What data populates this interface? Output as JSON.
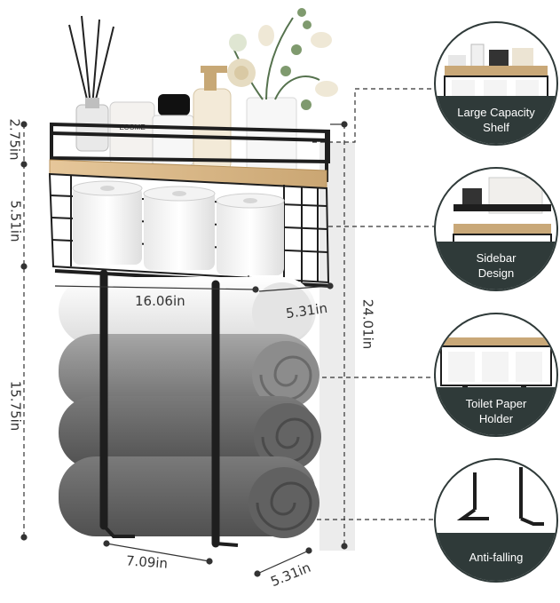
{
  "dimensions": {
    "top_height": "2.75in",
    "basket_height": "5.51in",
    "towel_height": "15.75in",
    "total_height": "24.01in",
    "shelf_width": "16.06in",
    "shelf_depth": "5.31in",
    "rack_width": "7.09in",
    "rack_depth": "5.31in"
  },
  "features": [
    {
      "label_line1": "Large Capacity",
      "label_line2": "Shelf",
      "icon": "shelf-detail"
    },
    {
      "label_line1": "Sidebar",
      "label_line2": "Design",
      "icon": "sidebar-detail"
    },
    {
      "label_line1": "Toilet Paper",
      "label_line2": "Holder",
      "icon": "holder-detail"
    },
    {
      "label_line1": "Anti-falling",
      "label_line2": "",
      "icon": "hook-detail"
    }
  ],
  "product_labels": {
    "jar_label": "ECOME"
  },
  "colors": {
    "metal": "#1e1e1e",
    "wood": "#d9b98c",
    "band": "#2f3a39",
    "towel_light": "#f1f1f1",
    "towel_mid": "#8a8a8a",
    "towel_dark": "#5e5e5e"
  }
}
